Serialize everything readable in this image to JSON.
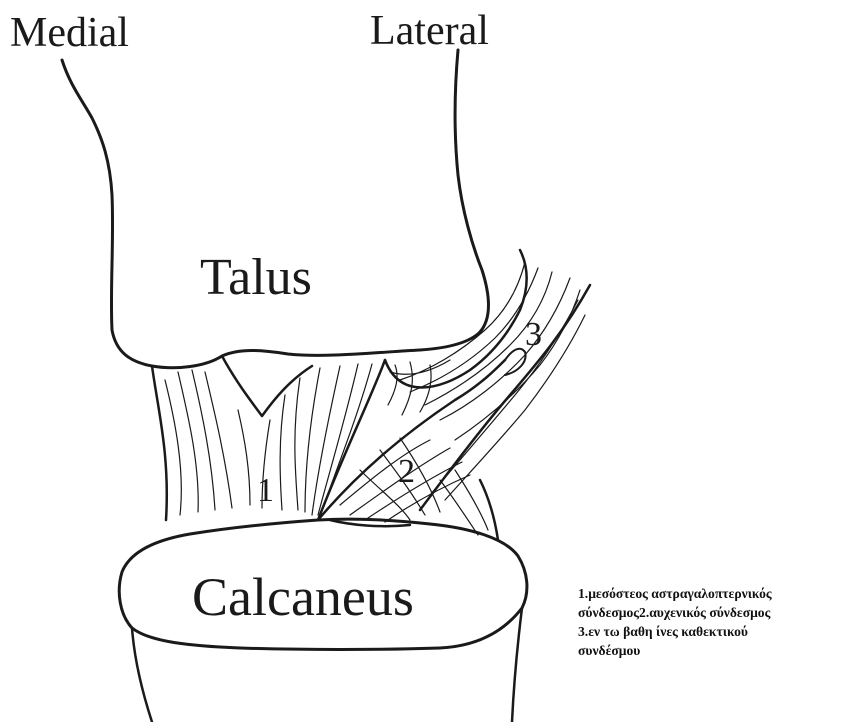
{
  "labels": {
    "medial": "Medial",
    "lateral": "Lateral",
    "talus": "Talus",
    "calcaneus": "Calcaneus"
  },
  "markers": {
    "one": "1",
    "two": "2",
    "three": "3"
  },
  "legend": {
    "lines": [
      "1.μεσόστεος αστραγαλοπτερνικός",
      "σύνδεσμος2.αυχενικός σύνδεσμος",
      "3.εν τω βαθη ίνες καθεκτικού",
      "συνδέσμου"
    ]
  },
  "colors": {
    "ink": "#1a1a1a",
    "background": "#ffffff"
  }
}
